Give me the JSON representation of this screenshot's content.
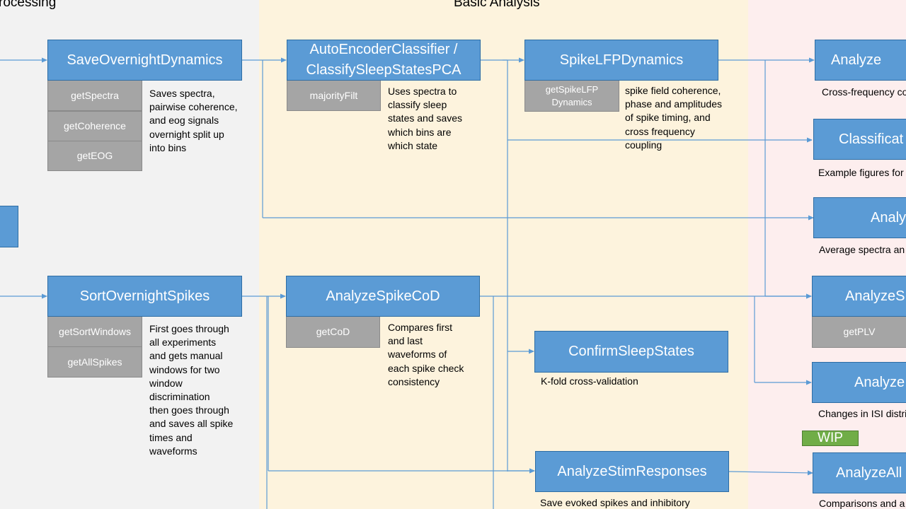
{
  "regions": {
    "preprocessing": "rocessing",
    "basic": "Basic Analysis"
  },
  "boxes": {
    "save_overnight_dynamics": "SaveOvernightDynamics",
    "autoencoder_line1": "AutoEncoderClassifier /",
    "autoencoder_line2": "ClassifySleepStatesPCA",
    "spike_lfp_dynamics": "SpikeLFPDynamics",
    "sort_overnight_spikes": "SortOvernightSpikes",
    "analyze_spike_cod": "AnalyzeSpikeCoD",
    "confirm_sleep_states": "ConfirmSleepStates",
    "analyze_stim_responses": "AnalyzeStimResponses",
    "right_analyze_1": "Analyze",
    "right_classificat": "Classificat",
    "right_analy": "Analy",
    "right_analyze_s": "AnalyzeS",
    "right_analyze_2": "Analyze",
    "right_analyze_all": "AnalyzeAll"
  },
  "subs": {
    "get_spectra": "getSpectra",
    "get_coherence": "getCoherence",
    "get_eog": "getEOG",
    "majority_filt": "majorityFilt",
    "get_spike_lfp_line1": "getSpikeLFP",
    "get_spike_lfp_line2": "Dynamics",
    "get_sort_windows": "getSortWindows",
    "get_all_spikes": "getAllSpikes",
    "get_cod": "getCoD",
    "get_plv": "getPLV"
  },
  "descriptions": {
    "save_overnight": [
      "Saves spectra,",
      "pairwise coherence,",
      "and eog signals",
      "overnight split up",
      "into bins"
    ],
    "autoencoder": [
      "Uses spectra to",
      "classify sleep",
      "states and saves",
      "which bins are",
      "which state"
    ],
    "spike_lfp": [
      "spike field coherence,",
      "phase and amplitudes",
      "of spike timing, and",
      "cross frequency",
      "coupling"
    ],
    "sort_spikes": [
      "First goes through",
      "all experiments",
      "and gets manual",
      "windows for two",
      "window",
      "discrimination",
      "then goes through",
      "and saves all spike",
      "times and",
      "waveforms"
    ],
    "spike_cod": [
      "Compares first",
      "and last",
      "waveforms of",
      "each spike check",
      "consistency"
    ]
  },
  "captions": {
    "confirm": "K-fold cross-validation",
    "stim": "Save evoked  spikes and inhibitory",
    "right_1": "Cross-frequency co",
    "right_2": "Example figures for",
    "right_3": "Average spectra an",
    "right_4": "Changes in ISI distri",
    "right_5": "Comparisons and a"
  },
  "wip_label": "WIP",
  "colors": {
    "module": "#5b9bd5",
    "submodule": "#a5a5a5",
    "connector": "#5b9bd5",
    "wip": "#70ad47",
    "preprocessing_bg": "#f2f2f2",
    "basic_bg": "#fdf3dd",
    "advanced_bg": "#fdeeee"
  }
}
